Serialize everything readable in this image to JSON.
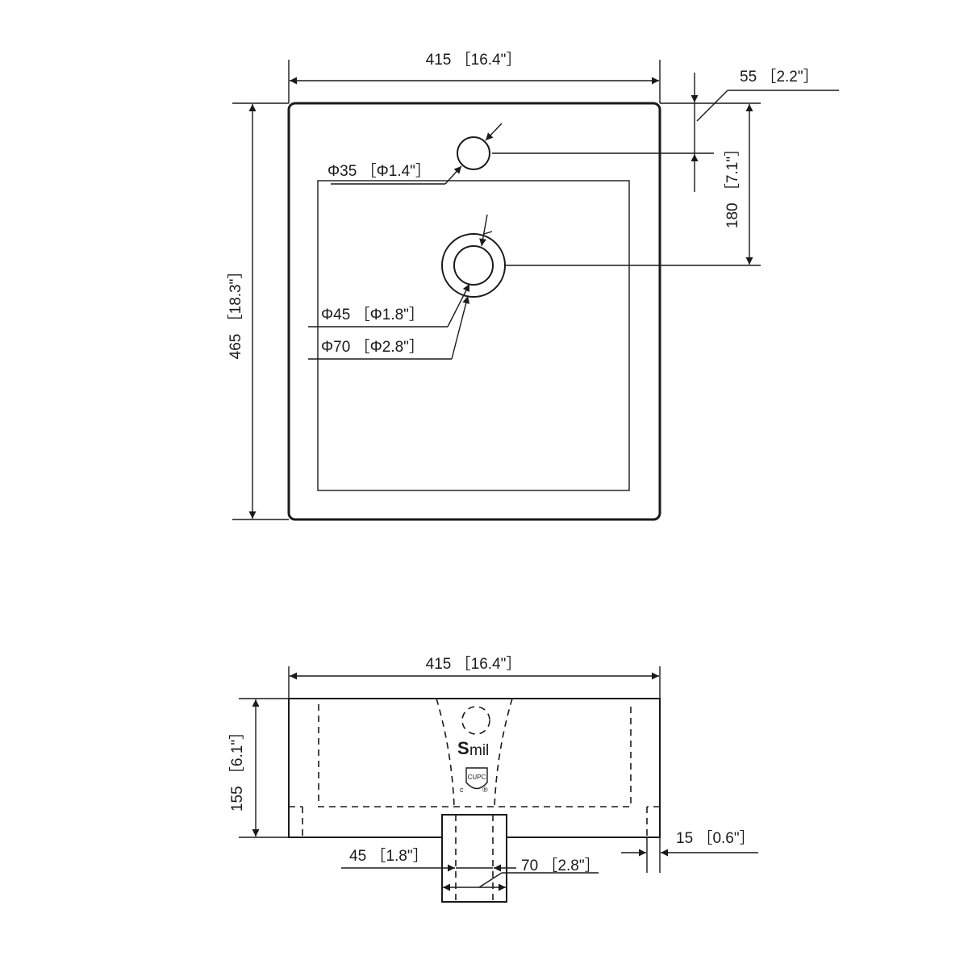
{
  "top_view": {
    "width": {
      "value": "415",
      "imperial": "16.4\""
    },
    "depth": {
      "value": "465",
      "imperial": "18.3\""
    },
    "faucet_hole_offset": {
      "value": "55",
      "imperial": "2.2\""
    },
    "drain_offset": {
      "value": "180",
      "imperial": "7.1\""
    },
    "faucet_hole_diameter": {
      "value": "Φ35",
      "imperial": "Φ1.4\""
    },
    "drain_inner_diameter": {
      "value": "Φ45",
      "imperial": "Φ1.8\""
    },
    "drain_outer_diameter": {
      "value": "Φ70",
      "imperial": "Φ2.8\""
    }
  },
  "front_view": {
    "width": {
      "value": "415",
      "imperial": "16.4\""
    },
    "height": {
      "value": "155",
      "imperial": "6.1\""
    },
    "wall_thickness": {
      "value": "15",
      "imperial": "0.6\""
    },
    "drain_inner_width": {
      "value": "45",
      "imperial": "1.8\""
    },
    "drain_outer_width": {
      "value": "70",
      "imperial": "2.8\""
    },
    "logo_text": "mil",
    "cert_mark": "CUPC"
  }
}
